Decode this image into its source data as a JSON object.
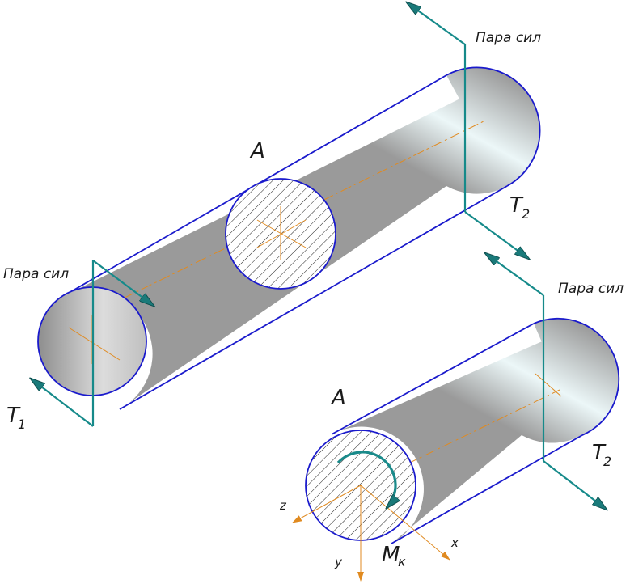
{
  "diagram": {
    "upper_shaft": {
      "section_label": "A",
      "left_force_label": "Пара сил",
      "right_force_label": "Пара сил",
      "left_torque_main": "T",
      "left_torque_sub": "1",
      "right_torque_main": "T",
      "right_torque_sub": "2"
    },
    "lower_shaft": {
      "section_label": "A",
      "force_label": "Пара сил",
      "torque_main": "T",
      "torque_sub": "2",
      "moment_main": "M",
      "moment_sub": "к",
      "axis_x": "x",
      "axis_y": "y",
      "axis_z": "z"
    },
    "colors": {
      "outline": "#1a1acc",
      "force_line": "#168a8a",
      "axis_line": "#e08a20",
      "moment_arrow": "#1a8a8a",
      "hatch": "#222222"
    }
  }
}
